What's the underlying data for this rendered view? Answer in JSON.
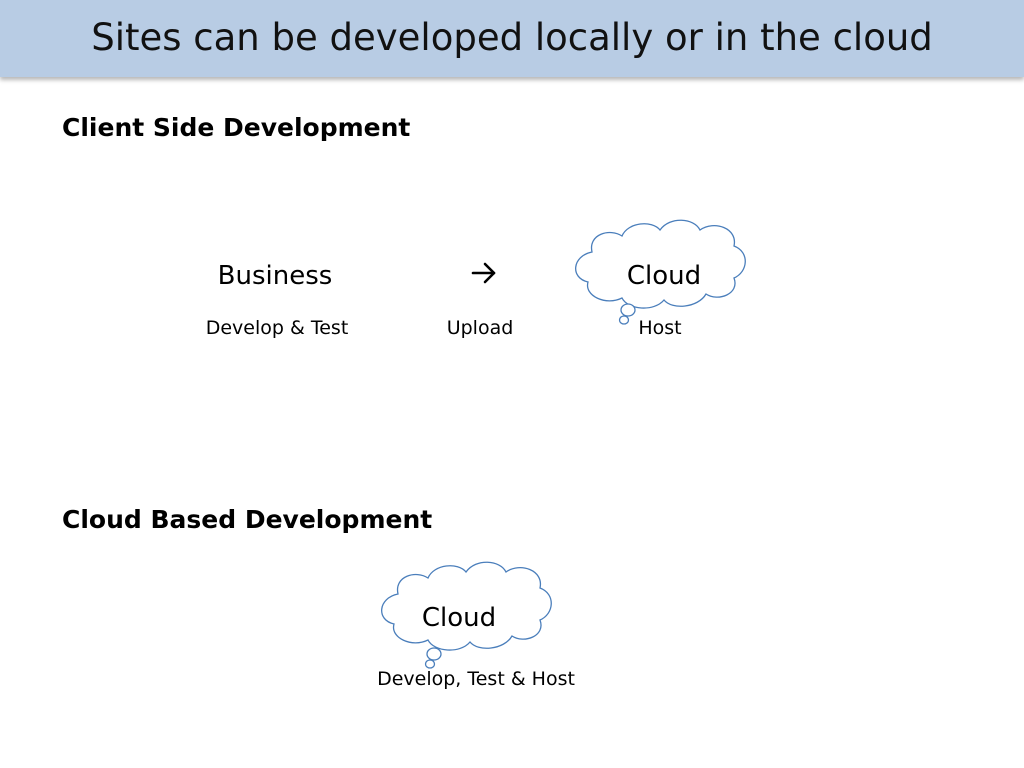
{
  "slide": {
    "title": "Sites can be developed locally or in the cloud"
  },
  "client_side": {
    "heading": "Client Side Development",
    "business_label": "Business",
    "business_caption": "Develop & Test",
    "arrow_caption": "Upload",
    "cloud_label": "Cloud",
    "cloud_caption": "Host"
  },
  "cloud_based": {
    "heading": "Cloud Based Development",
    "cloud_label": "Cloud",
    "cloud_caption": "Develop, Test & Host"
  },
  "colors": {
    "title_bar": "#b8cce4",
    "cloud_stroke": "#4a7ebb"
  },
  "icons": {
    "arrow": "right-arrow-icon",
    "cloud": "cloud-shape-icon"
  }
}
